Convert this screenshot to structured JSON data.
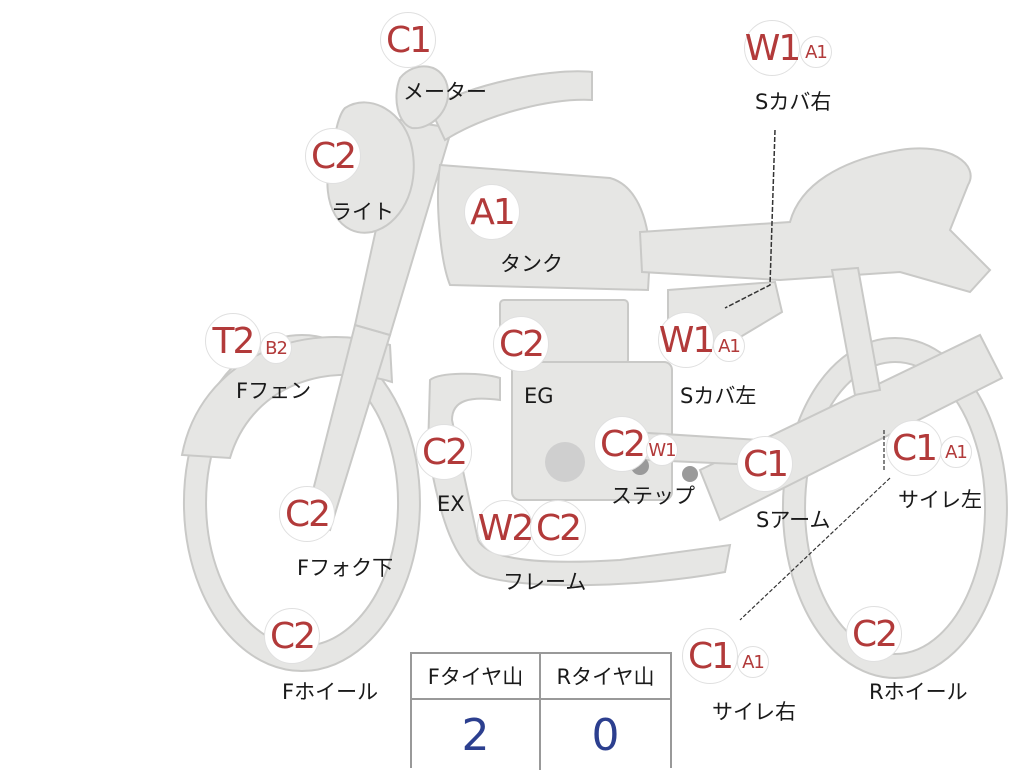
{
  "colors": {
    "body_fill": "#e6e6e4",
    "body_stroke": "#c9c9c7",
    "grade_text": "#b23a3a",
    "tire_value_text": "#2c3f8f"
  },
  "parts": [
    {
      "id": "meter",
      "label": "メーター",
      "grades": [
        "C1"
      ]
    },
    {
      "id": "light",
      "label": "ライト",
      "grades": [
        "C2"
      ]
    },
    {
      "id": "tank",
      "label": "タンク",
      "grades": [
        "A1"
      ]
    },
    {
      "id": "scover-right",
      "label": "Sカバ右",
      "grades": [
        "W1",
        "A1"
      ]
    },
    {
      "id": "ffender",
      "label": "Fフェン",
      "grades": [
        "T2",
        "B2"
      ]
    },
    {
      "id": "engine",
      "label": "EG",
      "grades": [
        "C2"
      ]
    },
    {
      "id": "scover-left",
      "label": "Sカバ左",
      "grades": [
        "W1",
        "A1"
      ]
    },
    {
      "id": "exhaust",
      "label": "EX",
      "grades": [
        "C2"
      ]
    },
    {
      "id": "step",
      "label": "ステップ",
      "grades": [
        "C2",
        "W1"
      ]
    },
    {
      "id": "sarm",
      "label": "Sアーム",
      "grades": [
        "C1"
      ]
    },
    {
      "id": "silencer-left",
      "label": "サイレ左",
      "grades": [
        "C1",
        "A1"
      ]
    },
    {
      "id": "ffork",
      "label": "Fフォク下",
      "grades": [
        "C2"
      ]
    },
    {
      "id": "frame",
      "label": "フレーム",
      "grades": [
        "W2",
        "C2"
      ]
    },
    {
      "id": "fwheel",
      "label": "Fホイール",
      "grades": [
        "C2"
      ]
    },
    {
      "id": "silencer-right",
      "label": "サイレ右",
      "grades": [
        "C1",
        "A1"
      ]
    },
    {
      "id": "rwheel",
      "label": "Rホイール",
      "grades": [
        "C2"
      ]
    }
  ],
  "tire_table": {
    "front_header": "Fタイヤ山",
    "rear_header": "Rタイヤ山",
    "front_value": "2",
    "rear_value": "0"
  }
}
